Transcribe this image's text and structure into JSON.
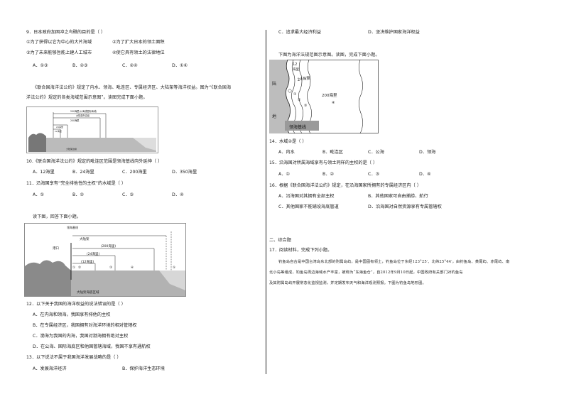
{
  "left": {
    "q9": {
      "stem": "9．日本政府加固冲之鸟礁的目的是（    ）",
      "l1a": "①为了获得以它为中心的大片海域",
      "l1b": "②为了扩大日本的领土面积",
      "l2a": "③为了未来能够旨能上建人工城市",
      "l2b": "④使它具有领土的法律地位",
      "opts": [
        "A．①③",
        "B．②③",
        "C．②④",
        "D．①④"
      ]
    },
    "passage1_l1": "《联合国海洋法公约》规定了内水、领海、毗连区、专属经济区、大陆架等海洋权益。图为“《联合国海",
    "passage1_l2": "洋法公约》规定的各类海域范围示意图”。读图完成下面小题。",
    "fig1": {
      "l_top": "200海里(公海或国际海域)",
      "l_mid1": "大陆架外边缘",
      "l_mid2": "200海里",
      "l_small1": "24海里",
      "l_small2": "12海里",
      "l_base": "大陆架边缘"
    },
    "q10": {
      "stem": "10.《联合国海洋法公约》规定的毗连区范围是领海基线向外延伸（    ）",
      "opts": [
        "A．12海里",
        "B．24海里",
        "C．200海里",
        "D．350海里"
      ]
    },
    "q11": {
      "stem": "11．沿海国享有“完全排他性的主权”的水域是（    ）",
      "opts": [
        "A．①",
        "B．②",
        "C．③",
        "D．④"
      ]
    },
    "intro2": "读下图，回答下面小题。",
    "fig2": {
      "baseline_label": "领海基线",
      "port": "港口",
      "shelf": "大陆架",
      "n200": "(200海里)",
      "n24": "(24海里)",
      "n12": "(12海里)",
      "m1": "①",
      "m2": "②",
      "m3": "③",
      "m4": "④",
      "m5": "⑤",
      "bottom": "大陆架海底区域"
    },
    "q12": {
      "stem": "12．以下关于我国的海洋权益的说法错误的是（    ）",
      "opts": [
        "A．在内海和领海，我国享有排他的主权",
        "B．在专属经济区，我国拥有对海洋环境的相对管辖权",
        "C．渤海为我国的内海，我国对渤海拥有绝对主权",
        "D．在公海、国际海底区和他国管辖海域，我国不享有通航权"
      ]
    },
    "q13": {
      "stem": "13．以下说法不属于我国海洋发展战略的是（    ）",
      "opts": [
        "A．发展海洋经济",
        "B．保护海洋生态环境"
      ]
    }
  },
  "right": {
    "q13_rest": [
      "C．追求最大经济利益",
      "D．坚决维护国家海洋权益"
    ],
    "intro3": "下图为海洋法规范图示意图。读图，完成下面小题。",
    "fig3": {
      "n12": "12",
      "n12b": "海里",
      "n24": "24海里",
      "n200": "200海里",
      "c1": "①",
      "c2": "②",
      "c3": "③",
      "c4": "④",
      "land1": "陆",
      "land2": "地",
      "baseline": "领海基线"
    },
    "q14": {
      "stem": "14．水域②是（    ）",
      "opts": [
        "A．内水",
        "B．毗连区",
        "C．公海",
        "D．领海"
      ]
    },
    "q15": {
      "stem": "15．沿海国对所属海域享有与领土同样的主权的是（    ）",
      "opts": [
        "A．①",
        "B．②",
        "C．③",
        "D．④"
      ]
    },
    "q16": {
      "stem": "16．根据《联合国海洋法公约》规定，在沿海国家所拥有的专属经济区内（    ）",
      "opts": [
        "A．沿海国对其拥有全部主权",
        "B．其他国家可自由捕捞、航行",
        "C．其他国家不能铺设海底管道",
        "D．沿海国对自然资源享有专属管辖权"
      ]
    },
    "section2": "二、综合题",
    "q17_stem": "17．阅读材料，完成下列小题。",
    "passage_l1": "钓鱼岛自古是中国台湾岛东北部的附属岛屿，是中国固有领土，钓鱼岛位于东经123°25′、北纬25°44′，由钓鱼岛、黄尾屿、赤尾屿、南",
    "passage_l2": "北小岛等组成，钓鱼岛周边海域水产丰富，被称为“东海鱼仓”，自2012年9月10日起，中国政府有关部门对钓鱼岛",
    "passage_l3": "及其附属岛屿开展常态化监视监测，并定期发布天气和海洋观测预报。下图为钓鱼岛地形图。"
  }
}
